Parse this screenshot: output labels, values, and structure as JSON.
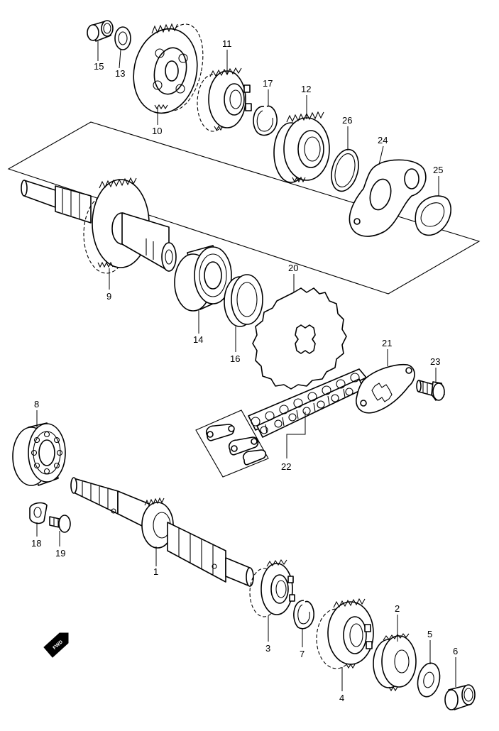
{
  "diagram": {
    "part_labels": [
      "15",
      "13",
      "10",
      "11",
      "17",
      "12",
      "26",
      "24",
      "25",
      "9",
      "14",
      "16",
      "20",
      "21",
      "23",
      "22",
      "8",
      "18",
      "19",
      "1",
      "3",
      "7",
      "4",
      "2",
      "5",
      "6"
    ],
    "direction_badge": "FWD"
  }
}
